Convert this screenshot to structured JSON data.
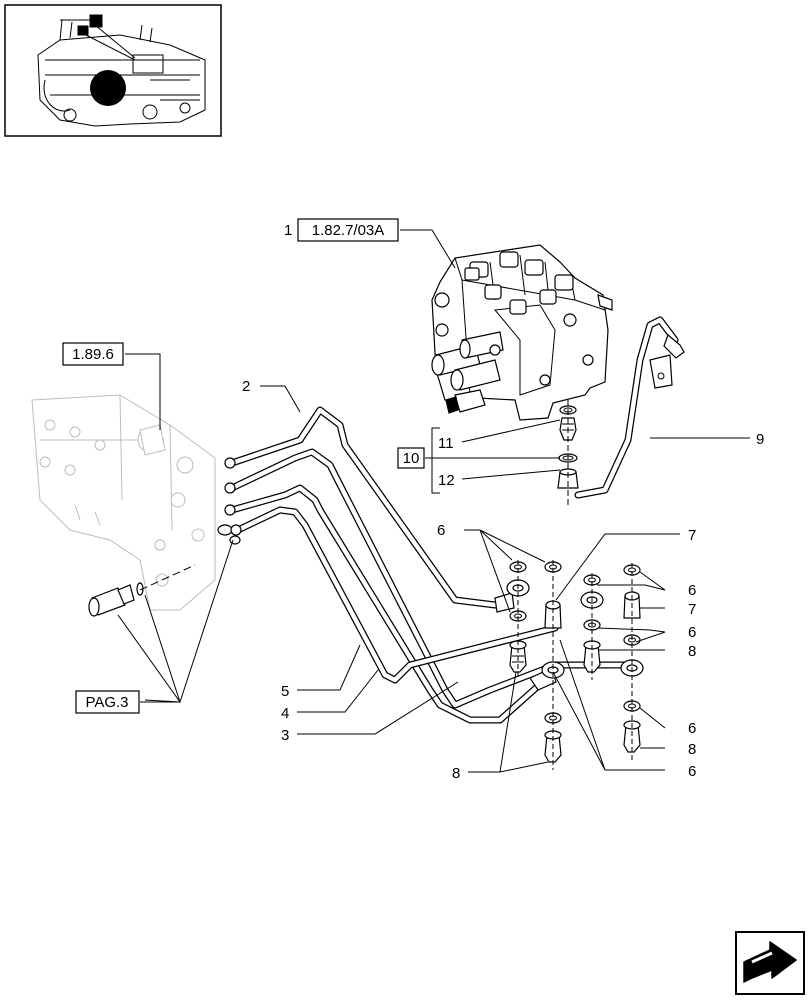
{
  "references": {
    "valve": "1.82.7/03A",
    "bracket": "1.89.6",
    "kit": "10",
    "page": "PAG.3"
  },
  "callouts": {
    "c1": "1",
    "c2": "2",
    "c3": "3",
    "c4": "4",
    "c5": "5",
    "c6a": "6",
    "c6b": "6",
    "c6c": "6",
    "c6d": "6",
    "c6e": "6",
    "c7a": "7",
    "c7b": "7",
    "c8a": "8",
    "c8b": "8",
    "c8c": "8",
    "c9": "9",
    "c11": "11",
    "c12": "12"
  }
}
